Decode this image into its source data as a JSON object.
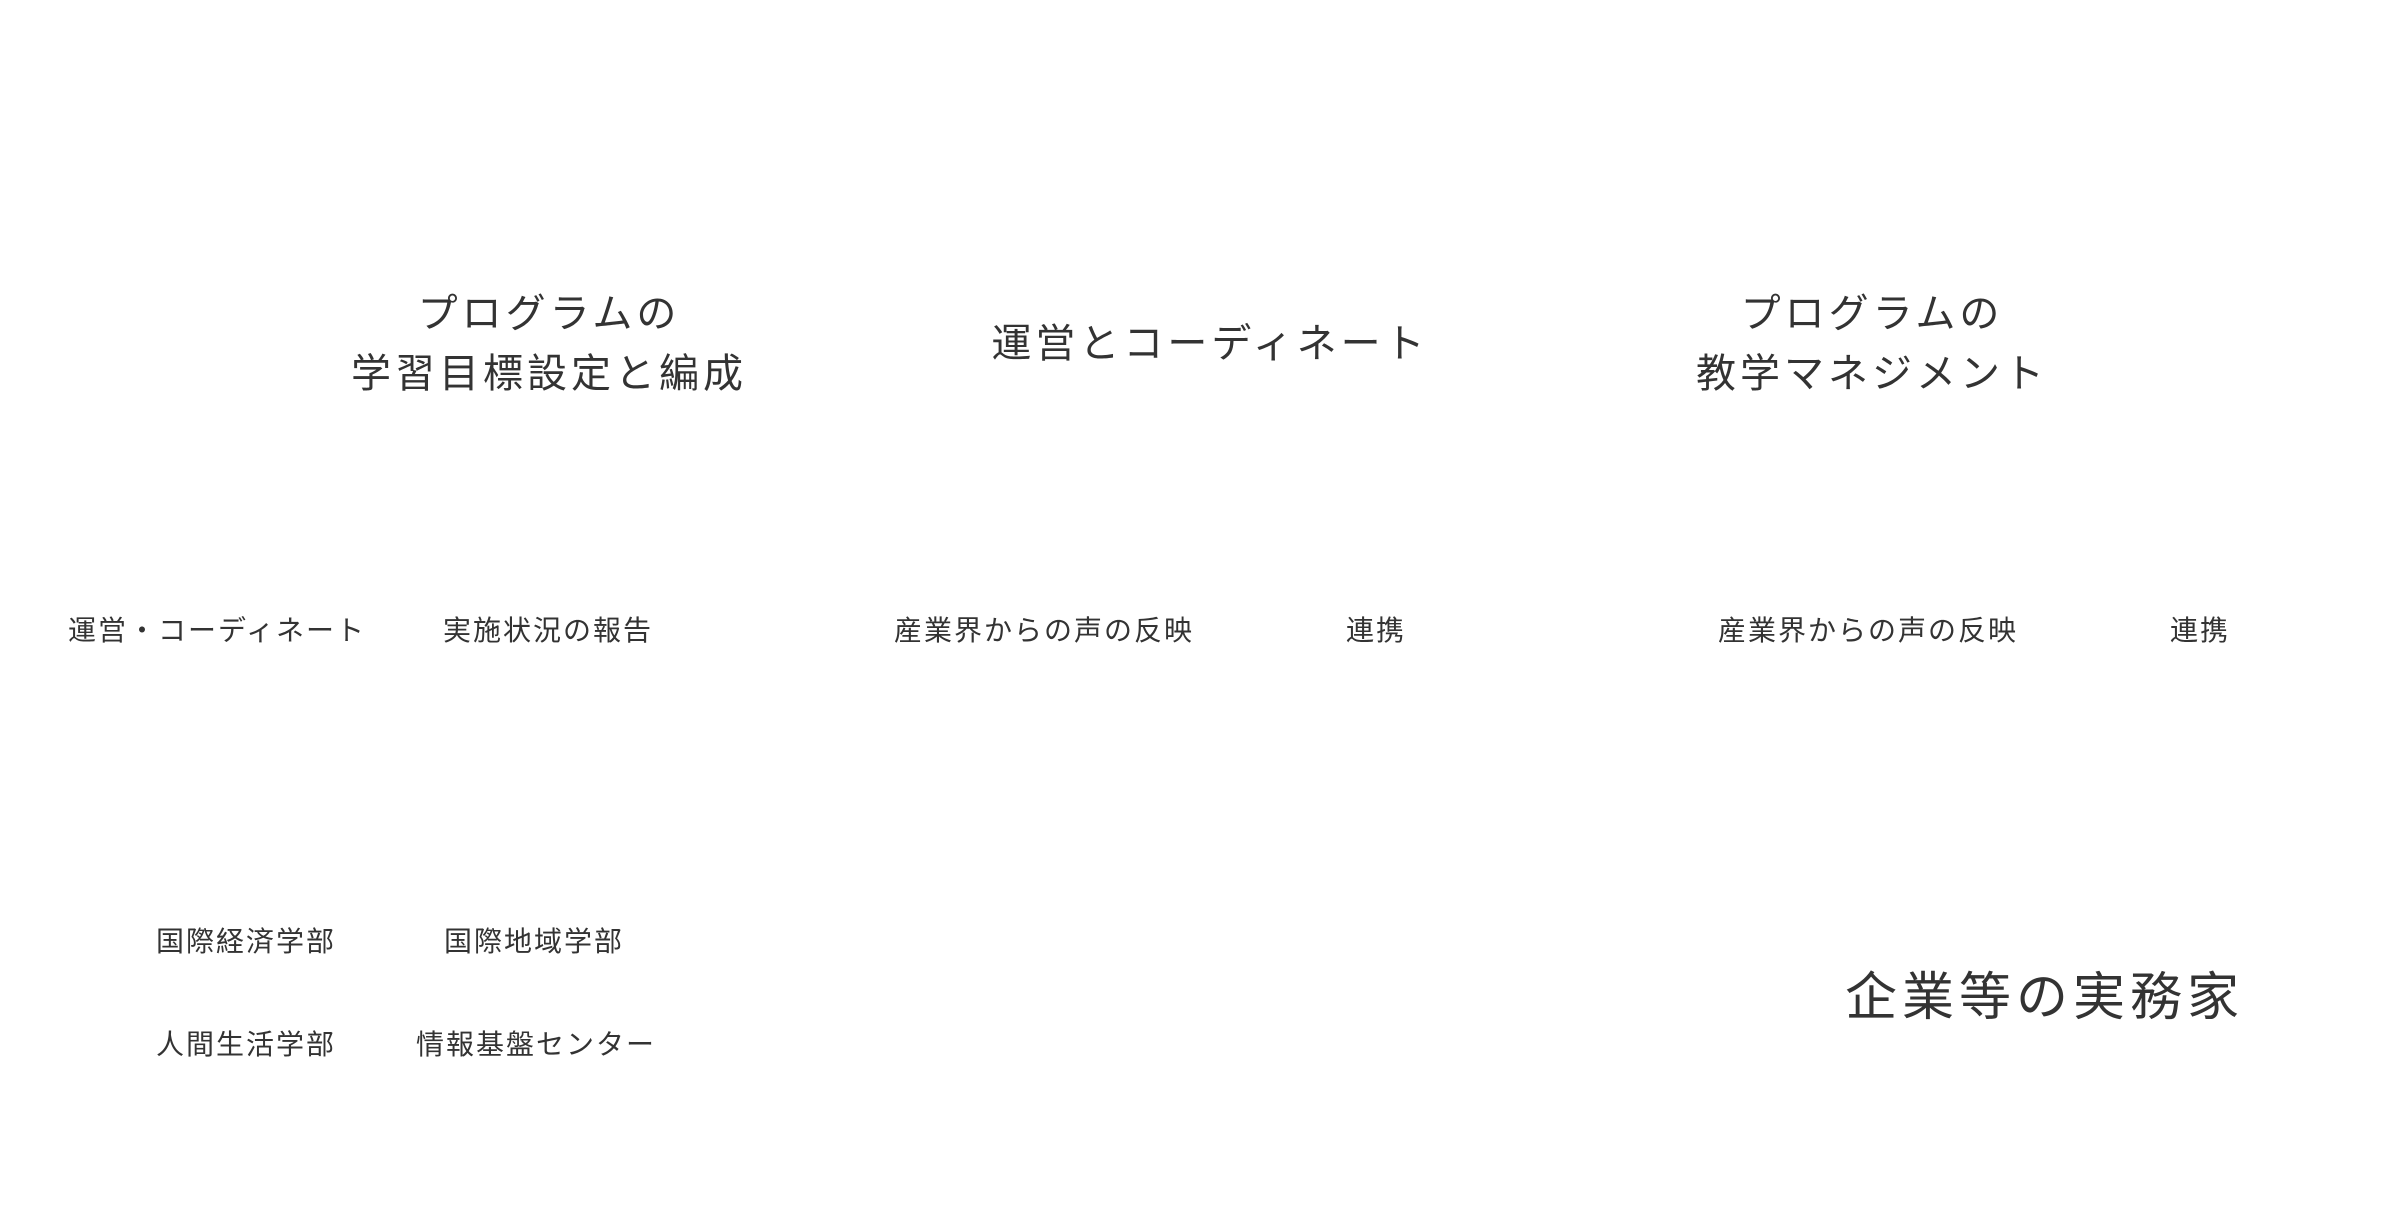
{
  "headings": {
    "h1_line1": "プログラムの",
    "h1_line2": "学習目標設定と編成",
    "h2": "運営とコーディネート",
    "h3_line1": "プログラムの",
    "h3_line2": "教学マネジメント"
  },
  "labels": {
    "coordinate": "運営・コーディネート",
    "report": "実施状況の報告",
    "voice_1": "産業界からの声の反映",
    "link_1": "連携",
    "voice_2": "産業界からの声の反映",
    "link_2": "連携"
  },
  "members": {
    "econ": "国際経済学部",
    "regional": "国際地域学部",
    "human": "人間生活学部",
    "info": "情報基盤センター"
  },
  "corporate": "企業等の実務家"
}
